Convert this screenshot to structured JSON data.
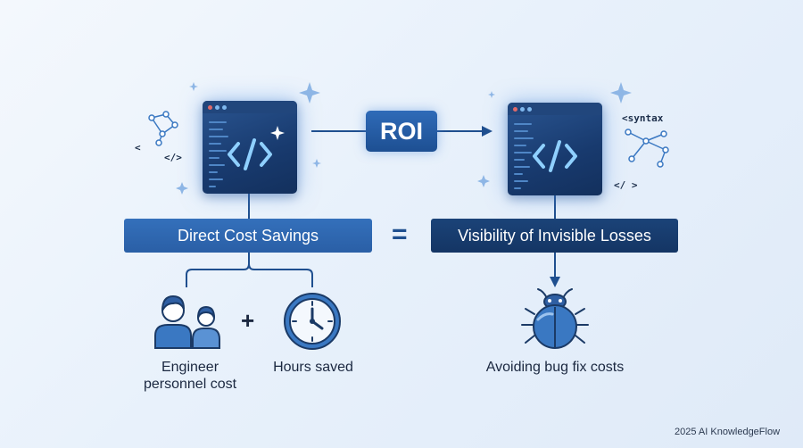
{
  "roi": {
    "label": "ROI"
  },
  "left_pill": {
    "label": "Direct Cost Savings",
    "color": "#2e65ad"
  },
  "right_pill": {
    "label": "Visibility of Invisible Losses",
    "color": "#163a6b"
  },
  "equals": {
    "symbol": "="
  },
  "plus": {
    "symbol": "+"
  },
  "items": {
    "engineer": {
      "line1": "Engineer",
      "line2": "personnel cost",
      "icon": "people-icon"
    },
    "hours": {
      "label": "Hours saved",
      "icon": "clock-icon"
    },
    "bug": {
      "label": "Avoiding bug fix costs",
      "icon": "bug-icon"
    }
  },
  "code_labels": {
    "left_open": "<",
    "left_close": "</>",
    "right_syntax": "<syntax",
    "right_close": "</ >"
  },
  "footer": {
    "text": "2025 AI KnowledgeFlow"
  },
  "colors": {
    "accent": "#2e65ad",
    "dark": "#163a6b",
    "icon_blue": "#3a78c2"
  }
}
